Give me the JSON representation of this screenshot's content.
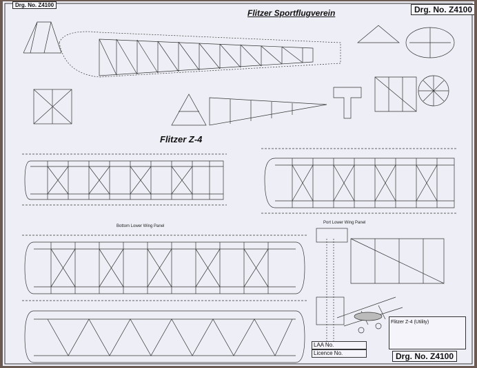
{
  "drawing": {
    "number_small": "Drg. No. Z4100",
    "number_top": "Drg. No. Z4100",
    "number_bottom": "Drg. No. Z4100",
    "club_title": "Flitzer Sportflugverein",
    "aircraft_title": "Flitzer Z-4"
  },
  "labels": {
    "bottom_wing_panel": "Bottom Lower Wing Panel",
    "lower_wing_panel": "Port Lower Wing Panel"
  },
  "title_block": {
    "caption": "Flitzer Z-4 (Utility)",
    "laa_no": "LAA No.",
    "licence_no": "Licence No."
  },
  "colors": {
    "paper": "#eeeef6",
    "ink": "#222222",
    "border": "#6b5a52"
  }
}
